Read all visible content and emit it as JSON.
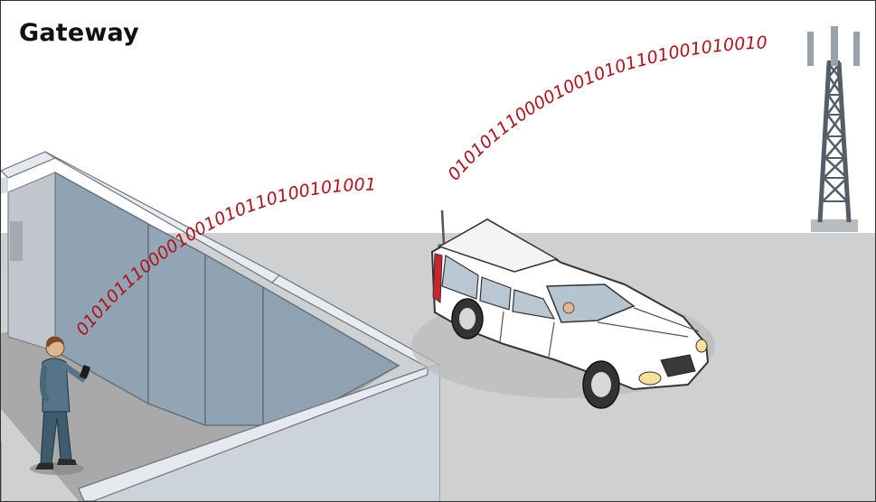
{
  "title": "Gateway",
  "signals": {
    "indoor_to_vehicle": "0101011100001001010110100101001",
    "vehicle_to_tower": "01010111000010010101101001010010"
  },
  "colors": {
    "signal": "#b0121d",
    "ground": "#cfd0d1",
    "wall": "#ced5dd",
    "glass": "#90a3b3",
    "floor": "#a9a9a9"
  },
  "icons": {
    "building": "building-icon",
    "person": "person-icon",
    "vehicle": "station-wagon-icon",
    "tower": "cell-tower-icon"
  }
}
